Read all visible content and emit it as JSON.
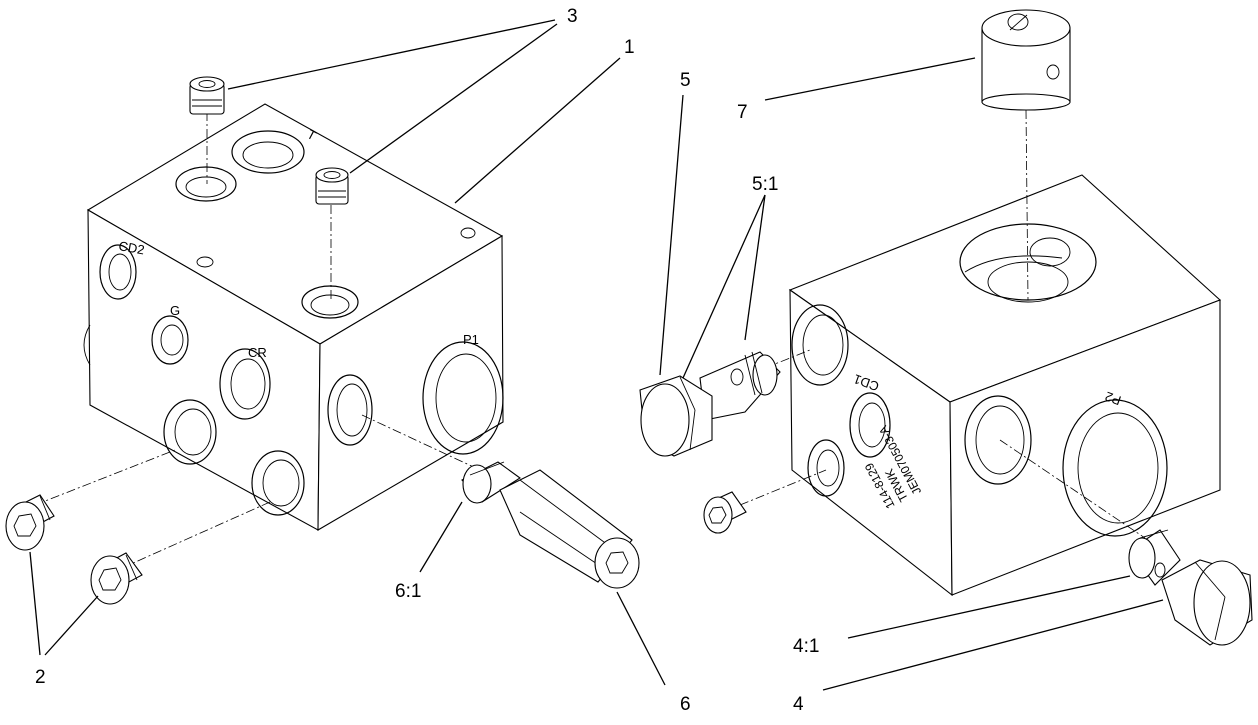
{
  "diagram": {
    "callouts": {
      "c1": "1",
      "c2": "2",
      "c3": "3",
      "c4": "4",
      "c4_1": "4:1",
      "c5": "5",
      "c5_1": "5:1",
      "c6": "6",
      "c6_1": "6:1",
      "c7": "7"
    },
    "ports_left": {
      "T": "T",
      "CD2": "CD2",
      "G": "G",
      "CR": "CR",
      "P1": "P1"
    },
    "ports_right": {
      "CD1": "CD1",
      "P2": "P2"
    },
    "stamp": {
      "line1": "114-8129",
      "line2": "TRWK",
      "line3": "JEM070503-A"
    }
  }
}
